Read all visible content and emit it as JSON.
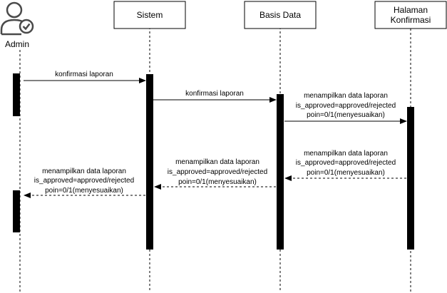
{
  "participants": {
    "admin": "Admin",
    "sistem": "Sistem",
    "basis_data": "Basis Data",
    "halaman_line1": "Halaman",
    "halaman_line2": "Konfirmasi"
  },
  "messages": {
    "m1": "konfirmasi laporan",
    "m2": "konfirmasi laporan",
    "m3": {
      "line1": "menampilkan data laporan",
      "line2": "is_approved=approved/rejected",
      "line3": "poin=0/1(menyesuaikan)"
    },
    "m4": {
      "line1": "menampilkan data laporan",
      "line2": "is_approved=approved/rejected",
      "line3": "poin=0/1(menyesuaikan)"
    },
    "m5": {
      "line1": "menampilkan data laporan",
      "line2": "is_approved=approved/rejected",
      "line3": "poin=0/1(menyesuaikan)"
    },
    "m6": {
      "line1": "menampilkan data laporan",
      "line2": "is_approved=approved/rejected",
      "line3": "poin=0/1(menyesuaikan)"
    }
  }
}
